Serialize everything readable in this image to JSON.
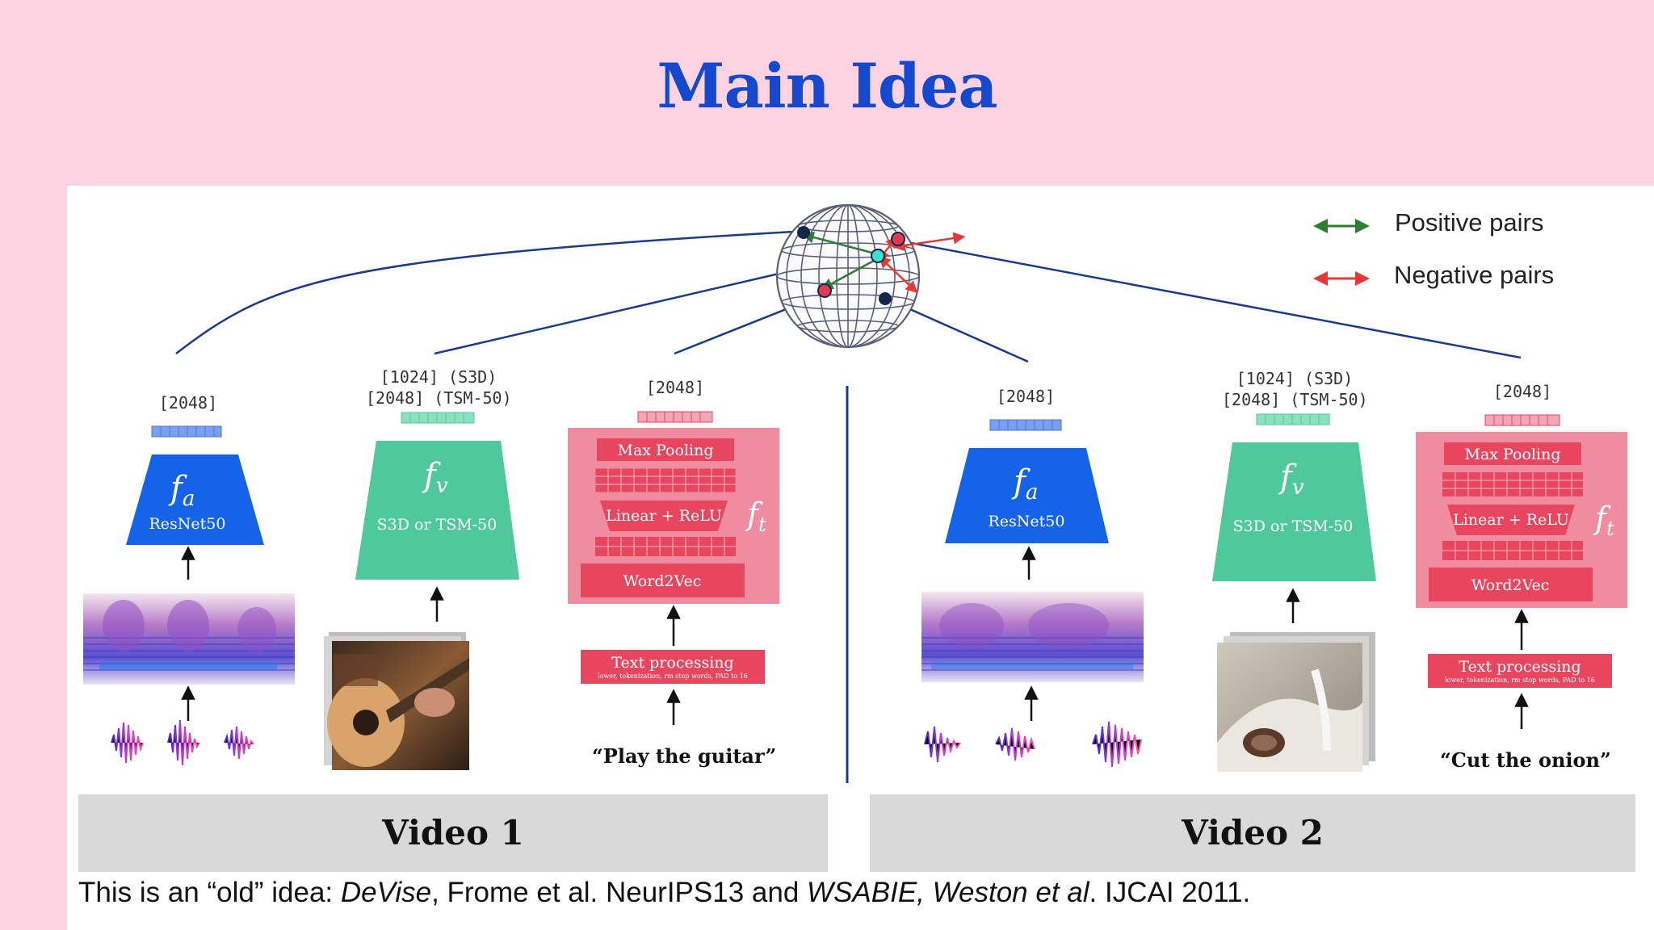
{
  "title": "Main Idea",
  "legend": {
    "positive": "Positive pairs",
    "negative": "Negative pairs",
    "positive_color": "#2e7d32",
    "negative_color": "#e53935"
  },
  "videos": [
    {
      "label": "Video 1",
      "audio": {
        "dim": "[2048]",
        "fn": "f",
        "fn_sub": "a",
        "backbone": "ResNet50"
      },
      "visual": {
        "dim_line1": "[1024] (S3D)",
        "dim_line2": "[2048] (TSM-50)",
        "fn": "f",
        "fn_sub": "v",
        "backbone": "S3D or TSM-50"
      },
      "text": {
        "dim": "[2048]",
        "max_pooling": "Max Pooling",
        "linear": "Linear + ReLU",
        "word2vec": "Word2Vec",
        "fn": "f",
        "fn_sub": "t",
        "text_processing": "Text processing",
        "text_processing_detail": "lower, tokenization, rm stop words, PAD to 16"
      },
      "caption": "“Play the guitar”"
    },
    {
      "label": "Video 2",
      "audio": {
        "dim": "[2048]",
        "fn": "f",
        "fn_sub": "a",
        "backbone": "ResNet50"
      },
      "visual": {
        "dim_line1": "[1024] (S3D)",
        "dim_line2": "[2048] (TSM-50)",
        "fn": "f",
        "fn_sub": "v",
        "backbone": "S3D or TSM-50"
      },
      "text": {
        "dim": "[2048]",
        "max_pooling": "Max Pooling",
        "linear": "Linear + ReLU",
        "word2vec": "Word2Vec",
        "fn": "f",
        "fn_sub": "t",
        "text_processing": "Text processing",
        "text_processing_detail": "lower, tokenization, rm stop words, PAD to 16"
      },
      "caption": "“Cut the onion”"
    }
  ],
  "footer": {
    "prefix": "This is an “old” idea: ",
    "devise": "DeVise",
    "middle": ", Frome et al. NeurIPS13 and ",
    "wsabie": "WSABIE, Weston et al",
    "suffix": ". IJCAI 2011."
  },
  "colors": {
    "title": "#1448cf",
    "audio_block": "#1463e8",
    "visual_block": "#4fc99b",
    "text_panel": "#f08ca0",
    "text_box": "#e8455f",
    "link_line": "#1a3a8a"
  }
}
